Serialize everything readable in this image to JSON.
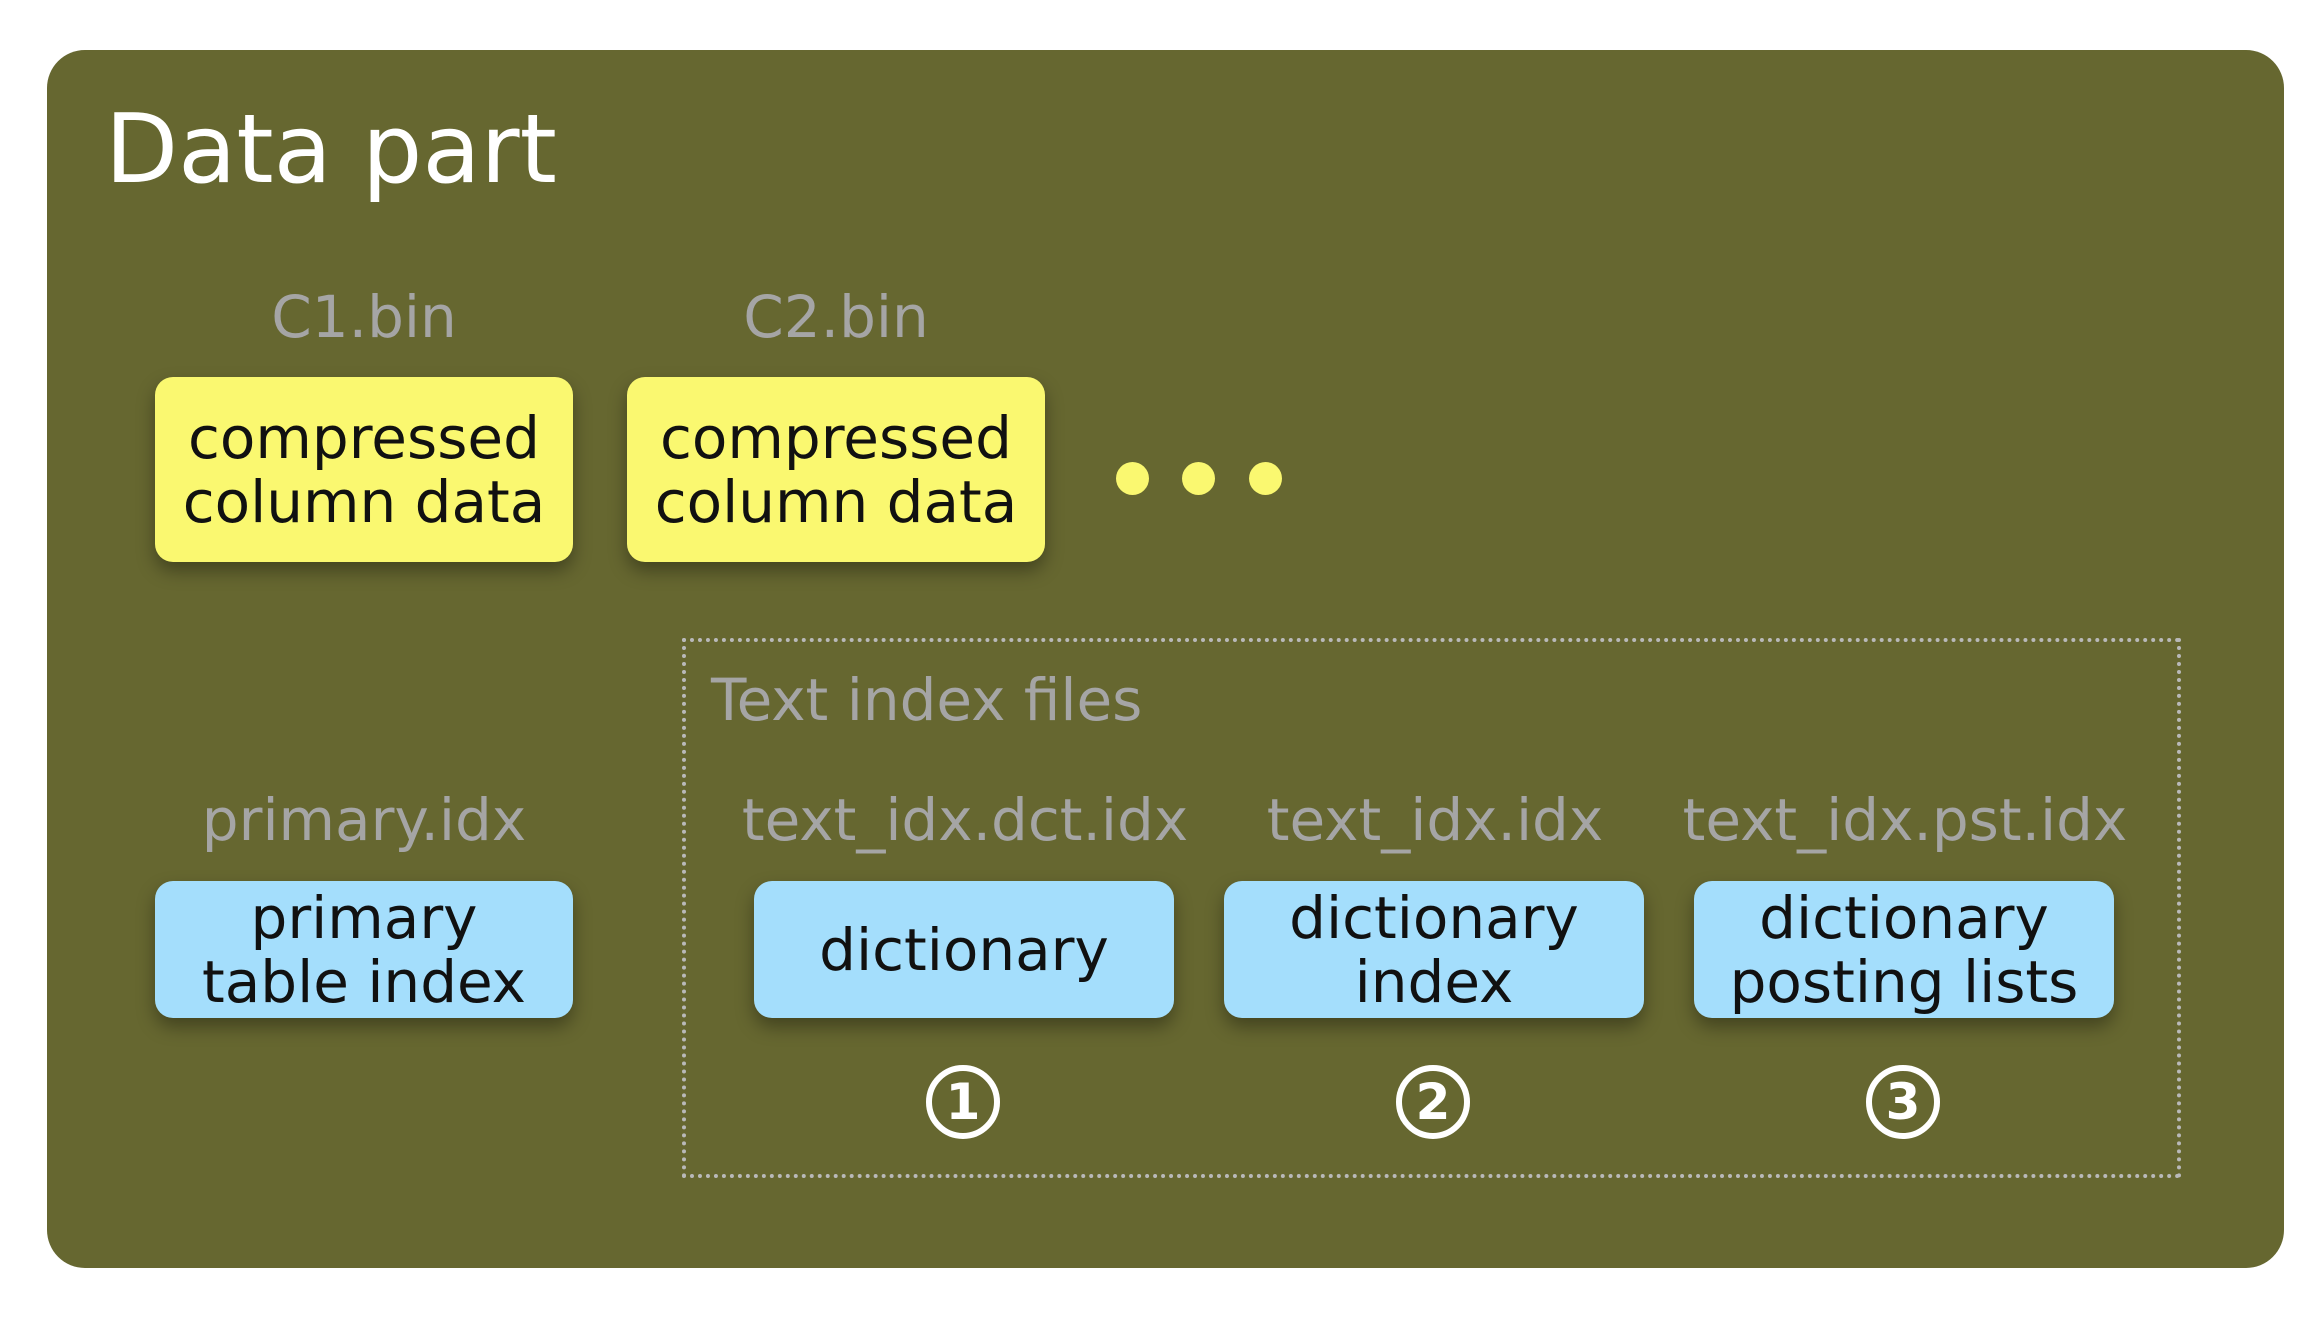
{
  "title": "Data part",
  "columns": [
    {
      "file": "C1.bin",
      "lines": [
        "compressed",
        "column data"
      ]
    },
    {
      "file": "C2.bin",
      "lines": [
        "compressed",
        "column data"
      ]
    }
  ],
  "primary": {
    "file": "primary.idx",
    "lines": [
      "primary",
      "table index"
    ]
  },
  "text_index": {
    "title": "Text index files",
    "files": [
      {
        "file": "text_idx.dct.idx",
        "lines": [
          "dictionary"
        ],
        "number": "1"
      },
      {
        "file": "text_idx.idx",
        "lines": [
          "dictionary",
          "index"
        ],
        "number": "2"
      },
      {
        "file": "text_idx.pst.idx",
        "lines": [
          "dictionary",
          "posting lists"
        ],
        "number": "3"
      }
    ]
  },
  "colors": {
    "panel": "#666730",
    "column_box": "#faf870",
    "index_box": "#a4defc",
    "label": "#a5a5a5"
  }
}
